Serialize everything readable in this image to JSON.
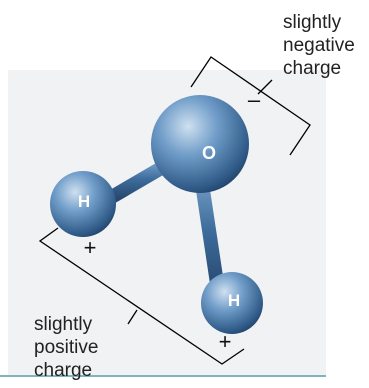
{
  "labels": {
    "negative": [
      "slightly",
      "negative",
      "charge"
    ],
    "positive": [
      "slightly",
      "positive",
      "charge"
    ]
  },
  "atoms": {
    "oxygen": "O",
    "hydrogen_left": "H",
    "hydrogen_right": "H"
  },
  "charges": {
    "oxygen": "–",
    "hydrogen_left": "+",
    "hydrogen_right": "+"
  },
  "colors": {
    "atom": "#4a78a8",
    "atom_light": "#cfe0f0",
    "atom_dark": "#1f3d62",
    "bond": "#3e6c9c",
    "bracket": "#000000",
    "baseline": "#7fb3bf",
    "panel": "#f1f2f3"
  }
}
